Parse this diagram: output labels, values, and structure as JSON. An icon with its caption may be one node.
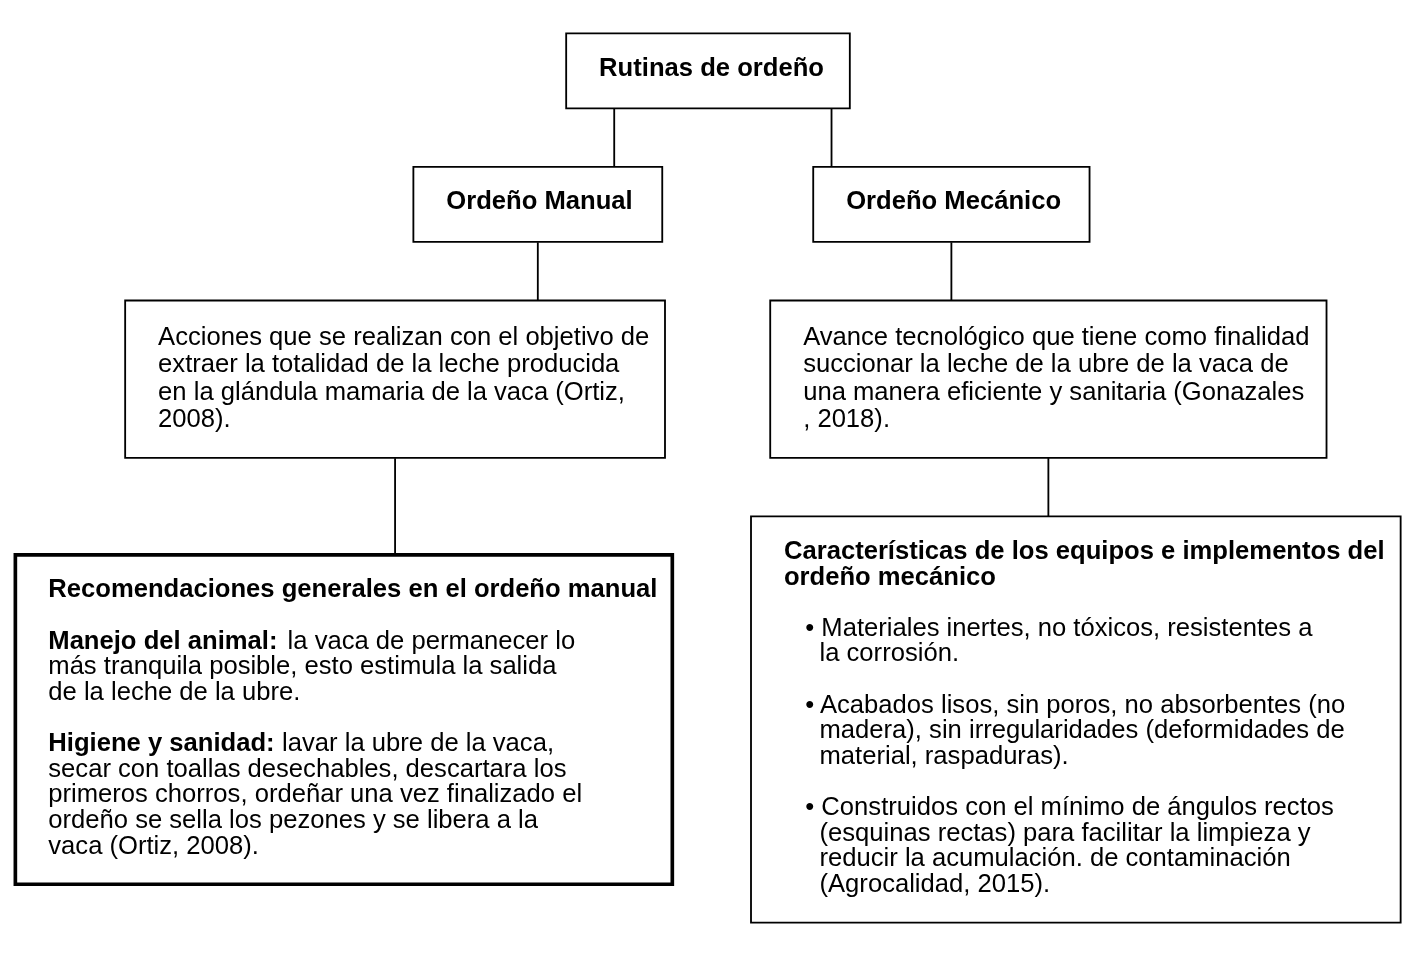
{
  "diagram": {
    "nodes": [
      {
        "text": [
          "Rutinas de ordeño"
        ]
      },
      {
        "text": [
          "Ordeño Manual"
        ]
      },
      {
        "text": [
          "Ordeño Mecánico"
        ]
      },
      {
        "text": [
          "Acciones que se realizan con el objetivo de extraer la totalidad de la leche producida en la glándula mamaria de la vaca (Ortiz, 2008)."
        ]
      },
      {
        "text": [
          "Avance tecnológico que tiene como finalidad succionar la leche de la ubre de la vaca de una manera eficiente y sanitaria (Gonazales , 2018)."
        ]
      },
      {
        "text": [
          "Recomendaciones generales en el ordeño manual",
          "**Manejo del animal:** la vaca de permanecer lo más tranquila posible, esto estimula la salida de la leche de la ubre.",
          "**Higiene y sanidad:** lavar la ubre de la vaca, secar con toallas desechables, descartara los primeros chorros, ordeñar una vez finalizado el ordeño se sella los pezones y se libera a la vaca (Ortiz, 2008)."
        ]
      },
      {
        "text": [
          "Características de los equipos e implementos del ordeño mecánico",
          "• Materiales inertes, no tóxicos, resistentes a la corrosión.",
          "• Acabados lisos, sin poros, no absorbentes (no madera), sin irregularidades (deformidades de material, raspaduras).",
          "• Construidos con el mínimo de ángulos rectos (esquinas rectas) para facilitar la limpieza y reducir la acumulación. de contaminación (Agrocalidad, 2015)."
        ]
      }
    ],
    "edges": [
      {
        "from": 0,
        "to": 1,
        "arrow": "none"
      },
      {
        "from": 0,
        "to": 2,
        "arrow": "none"
      },
      {
        "from": 1,
        "to": 3,
        "arrow": "none"
      },
      {
        "from": 2,
        "to": 4,
        "arrow": "none"
      },
      {
        "from": 3,
        "to": 5,
        "arrow": "none"
      },
      {
        "from": 4,
        "to": 6,
        "arrow": "none"
      }
    ]
  }
}
